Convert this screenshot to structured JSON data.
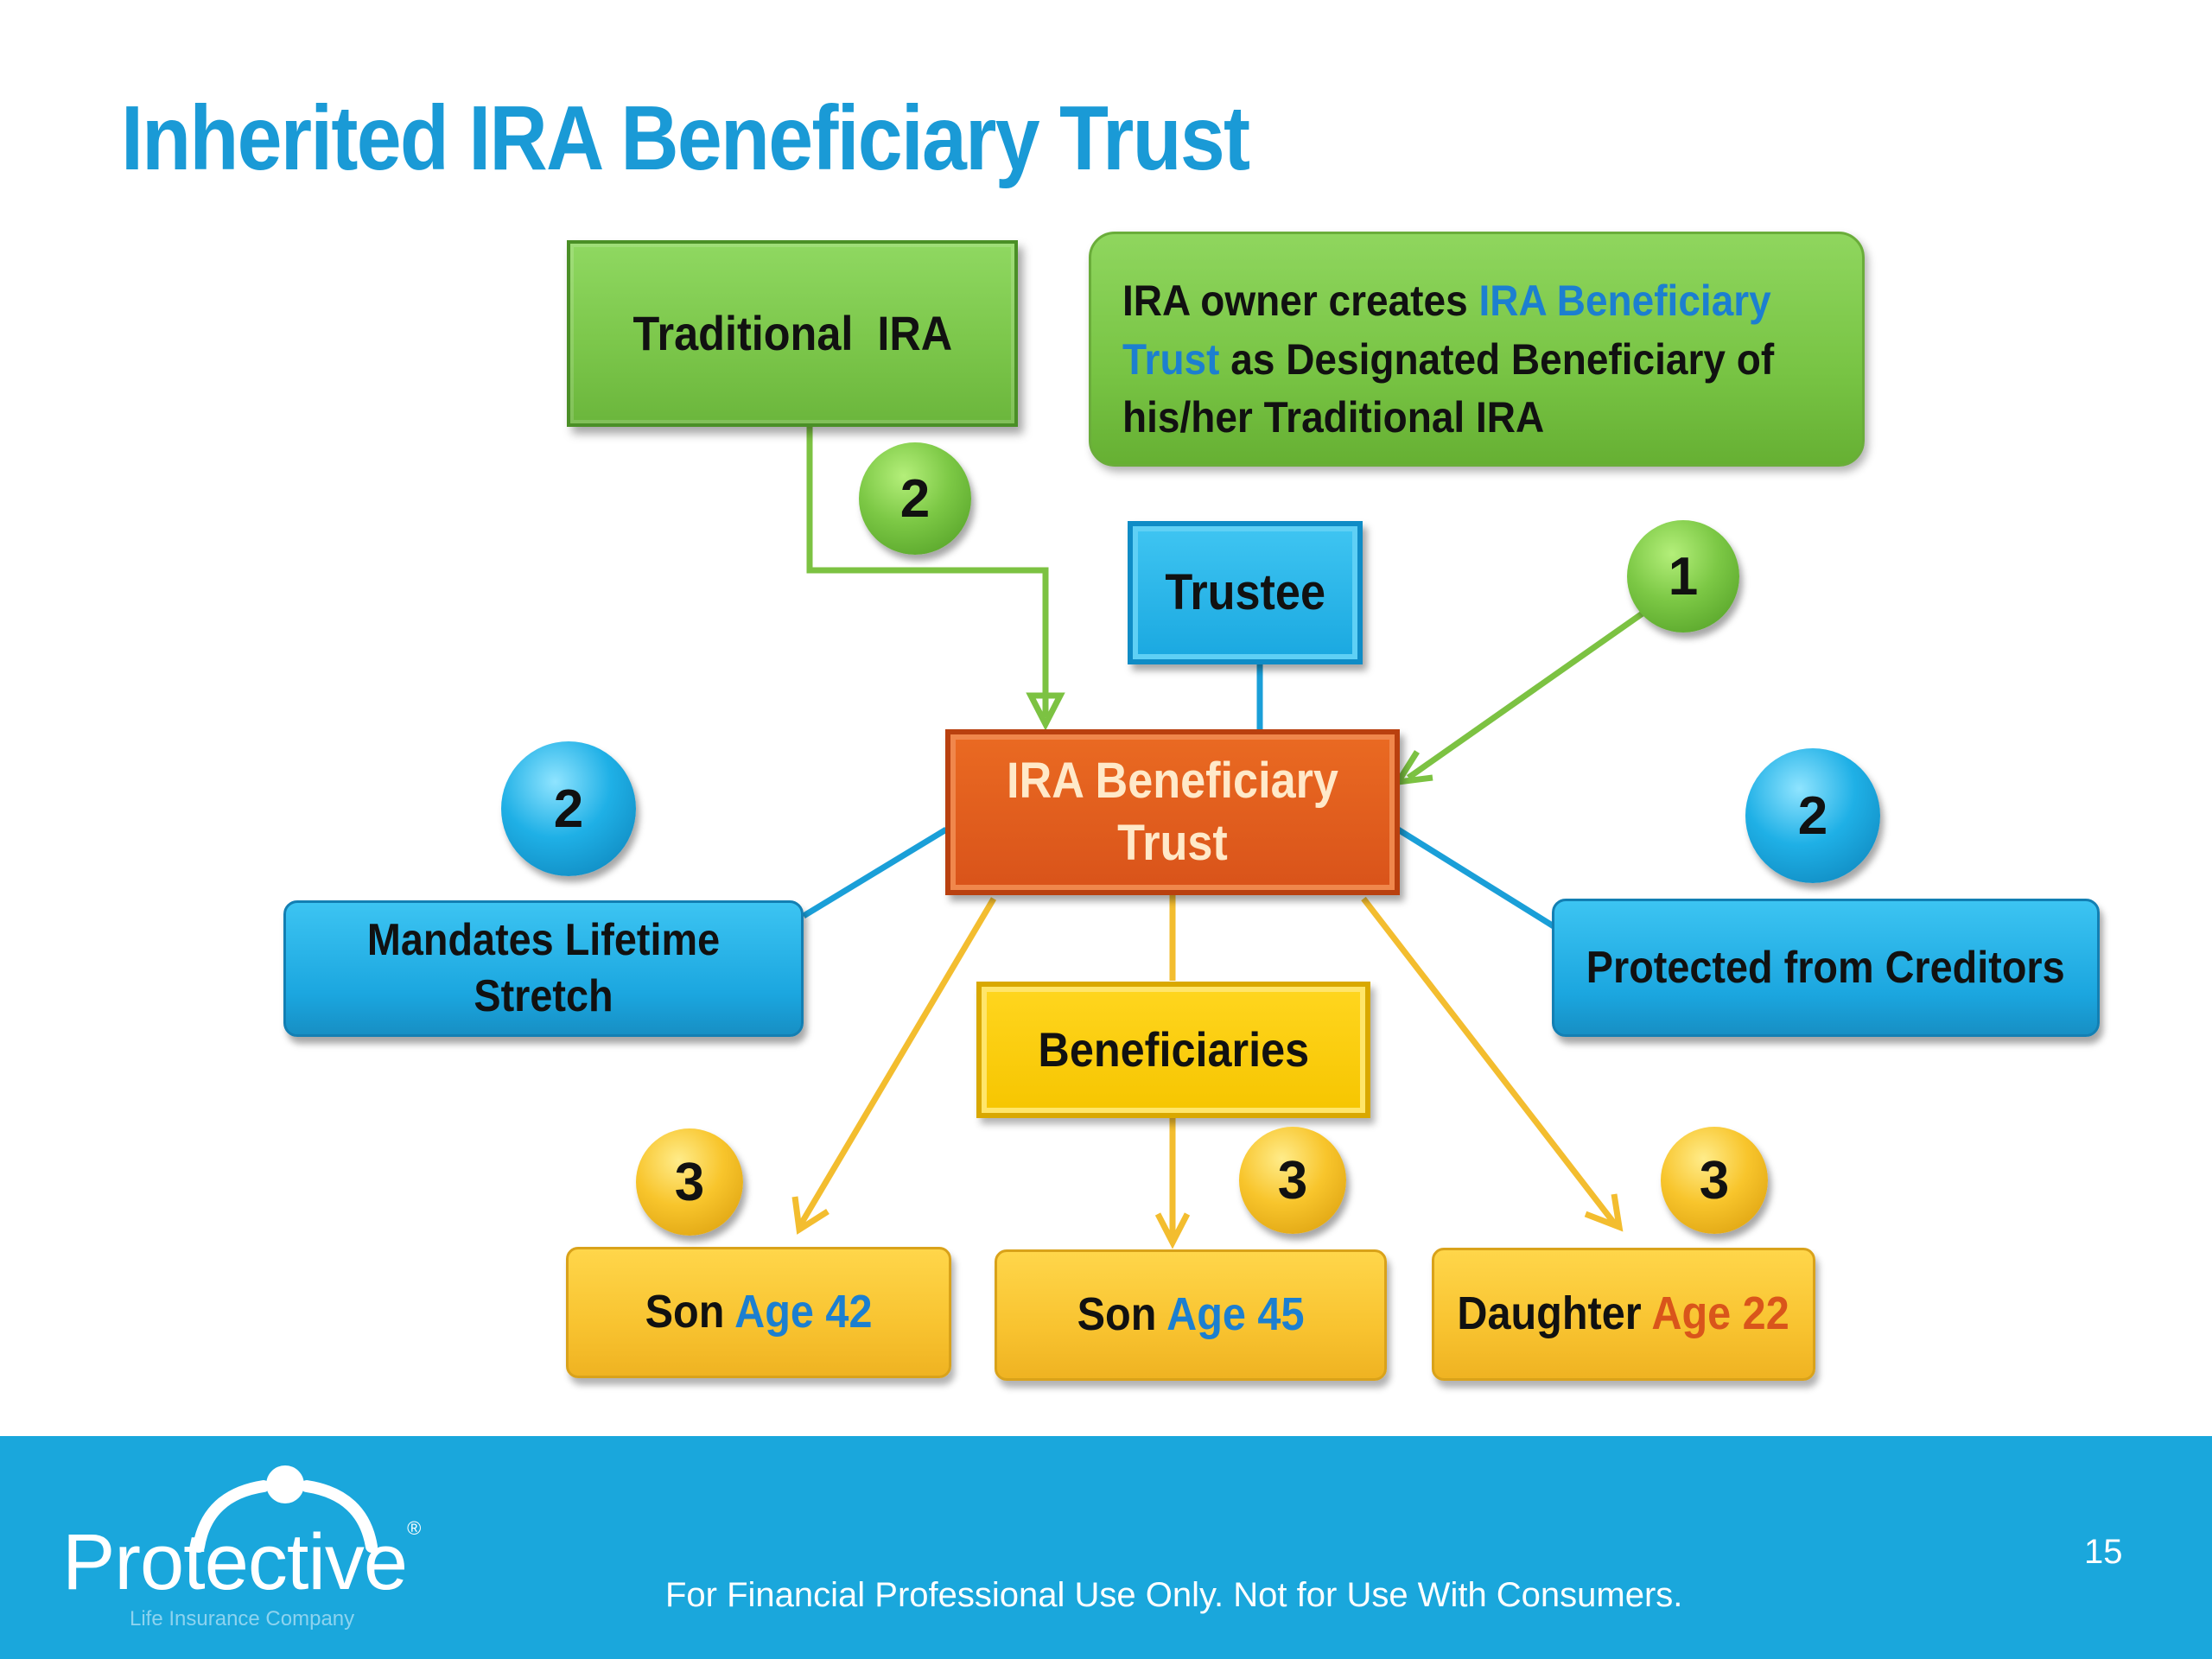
{
  "title": "Inherited IRA Beneficiary Trust",
  "nodes": {
    "traditional_ira": "Traditional  IRA",
    "trustee": "Trustee",
    "ira_trust": "IRA Beneficiary Trust",
    "beneficiaries": "Beneficiaries",
    "mandates": "Mandates Lifetime Stretch",
    "protected": "Protected from Creditors"
  },
  "note": {
    "part1": "IRA owner creates ",
    "highlight": "IRA Beneficiary Trust",
    "part2": " as Designated Beneficiary of his/her Traditional IRA"
  },
  "children": [
    {
      "relation": "Son",
      "age": "Age 42",
      "age_color": "#1c7fd0"
    },
    {
      "relation": "Son",
      "age": "Age 45",
      "age_color": "#1c7fd0"
    },
    {
      "relation": "Daughter",
      "age": "Age 22",
      "age_color": "#d9551b"
    }
  ],
  "step_markers": {
    "traditional_ira": "2",
    "note": "1",
    "mandates": "2",
    "protected": "2",
    "son_42": "3",
    "son_45": "3",
    "daughter": "3"
  },
  "colors": {
    "title": "#1a9ad6",
    "green": "#7cc74b",
    "blue": "#1aa8e0",
    "orange": "#d9531a",
    "yellow": "#f6c500",
    "footer": "#1aa7dc"
  },
  "footer": {
    "disclaimer": "For Financial Professional Use Only. Not for Use With Consumers.",
    "page_number": "15",
    "logo_name": "Protective",
    "logo_registered": "®",
    "logo_subtitle": "Life Insurance Company"
  }
}
